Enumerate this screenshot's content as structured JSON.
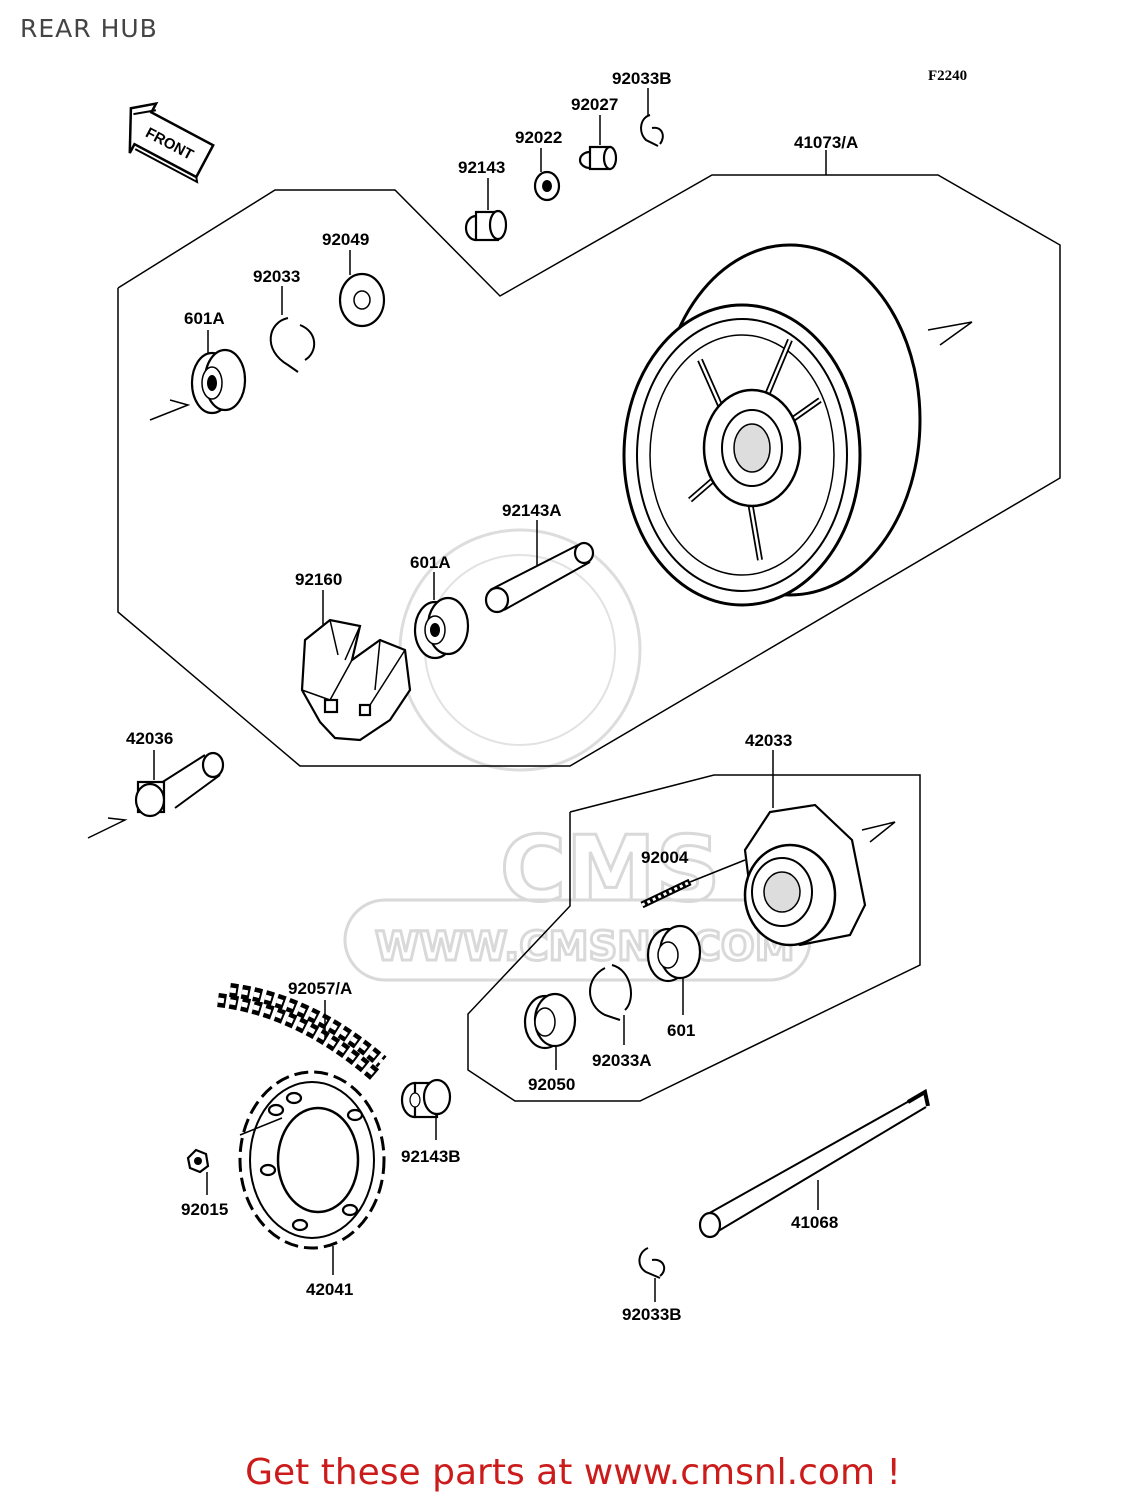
{
  "header": {
    "title": "REAR HUB",
    "figure_code": "F2240",
    "front_arrow_label": "FRONT"
  },
  "footer": {
    "call_to_action": "Get these parts at www.cmsnl.com !"
  },
  "watermark": {
    "text": "WWW.CMSNL.COM",
    "logo_text": "CMS"
  },
  "colors": {
    "cta_red": "#cc1b1b",
    "line_black": "#000000",
    "watermark_gray": "#d9d9d9"
  },
  "parts": [
    {
      "id": "p-92033b-top",
      "number": "92033B"
    },
    {
      "id": "p-92027",
      "number": "92027"
    },
    {
      "id": "p-92022",
      "number": "92022"
    },
    {
      "id": "p-92143",
      "number": "92143"
    },
    {
      "id": "p-41073a",
      "number": "41073/A"
    },
    {
      "id": "p-92049",
      "number": "92049"
    },
    {
      "id": "p-92033",
      "number": "92033"
    },
    {
      "id": "p-601a-top",
      "number": "601A"
    },
    {
      "id": "p-92143a",
      "number": "92143A"
    },
    {
      "id": "p-601a-mid",
      "number": "601A"
    },
    {
      "id": "p-92160",
      "number": "92160"
    },
    {
      "id": "p-42036",
      "number": "42036"
    },
    {
      "id": "p-42033",
      "number": "42033"
    },
    {
      "id": "p-92004",
      "number": "92004"
    },
    {
      "id": "p-92057a",
      "number": "92057/A"
    },
    {
      "id": "p-601",
      "number": "601"
    },
    {
      "id": "p-92033a",
      "number": "92033A"
    },
    {
      "id": "p-92050",
      "number": "92050"
    },
    {
      "id": "p-92143b",
      "number": "92143B"
    },
    {
      "id": "p-92015",
      "number": "92015"
    },
    {
      "id": "p-41068",
      "number": "41068"
    },
    {
      "id": "p-42041",
      "number": "42041"
    },
    {
      "id": "p-92033b-bottom",
      "number": "92033B"
    }
  ]
}
